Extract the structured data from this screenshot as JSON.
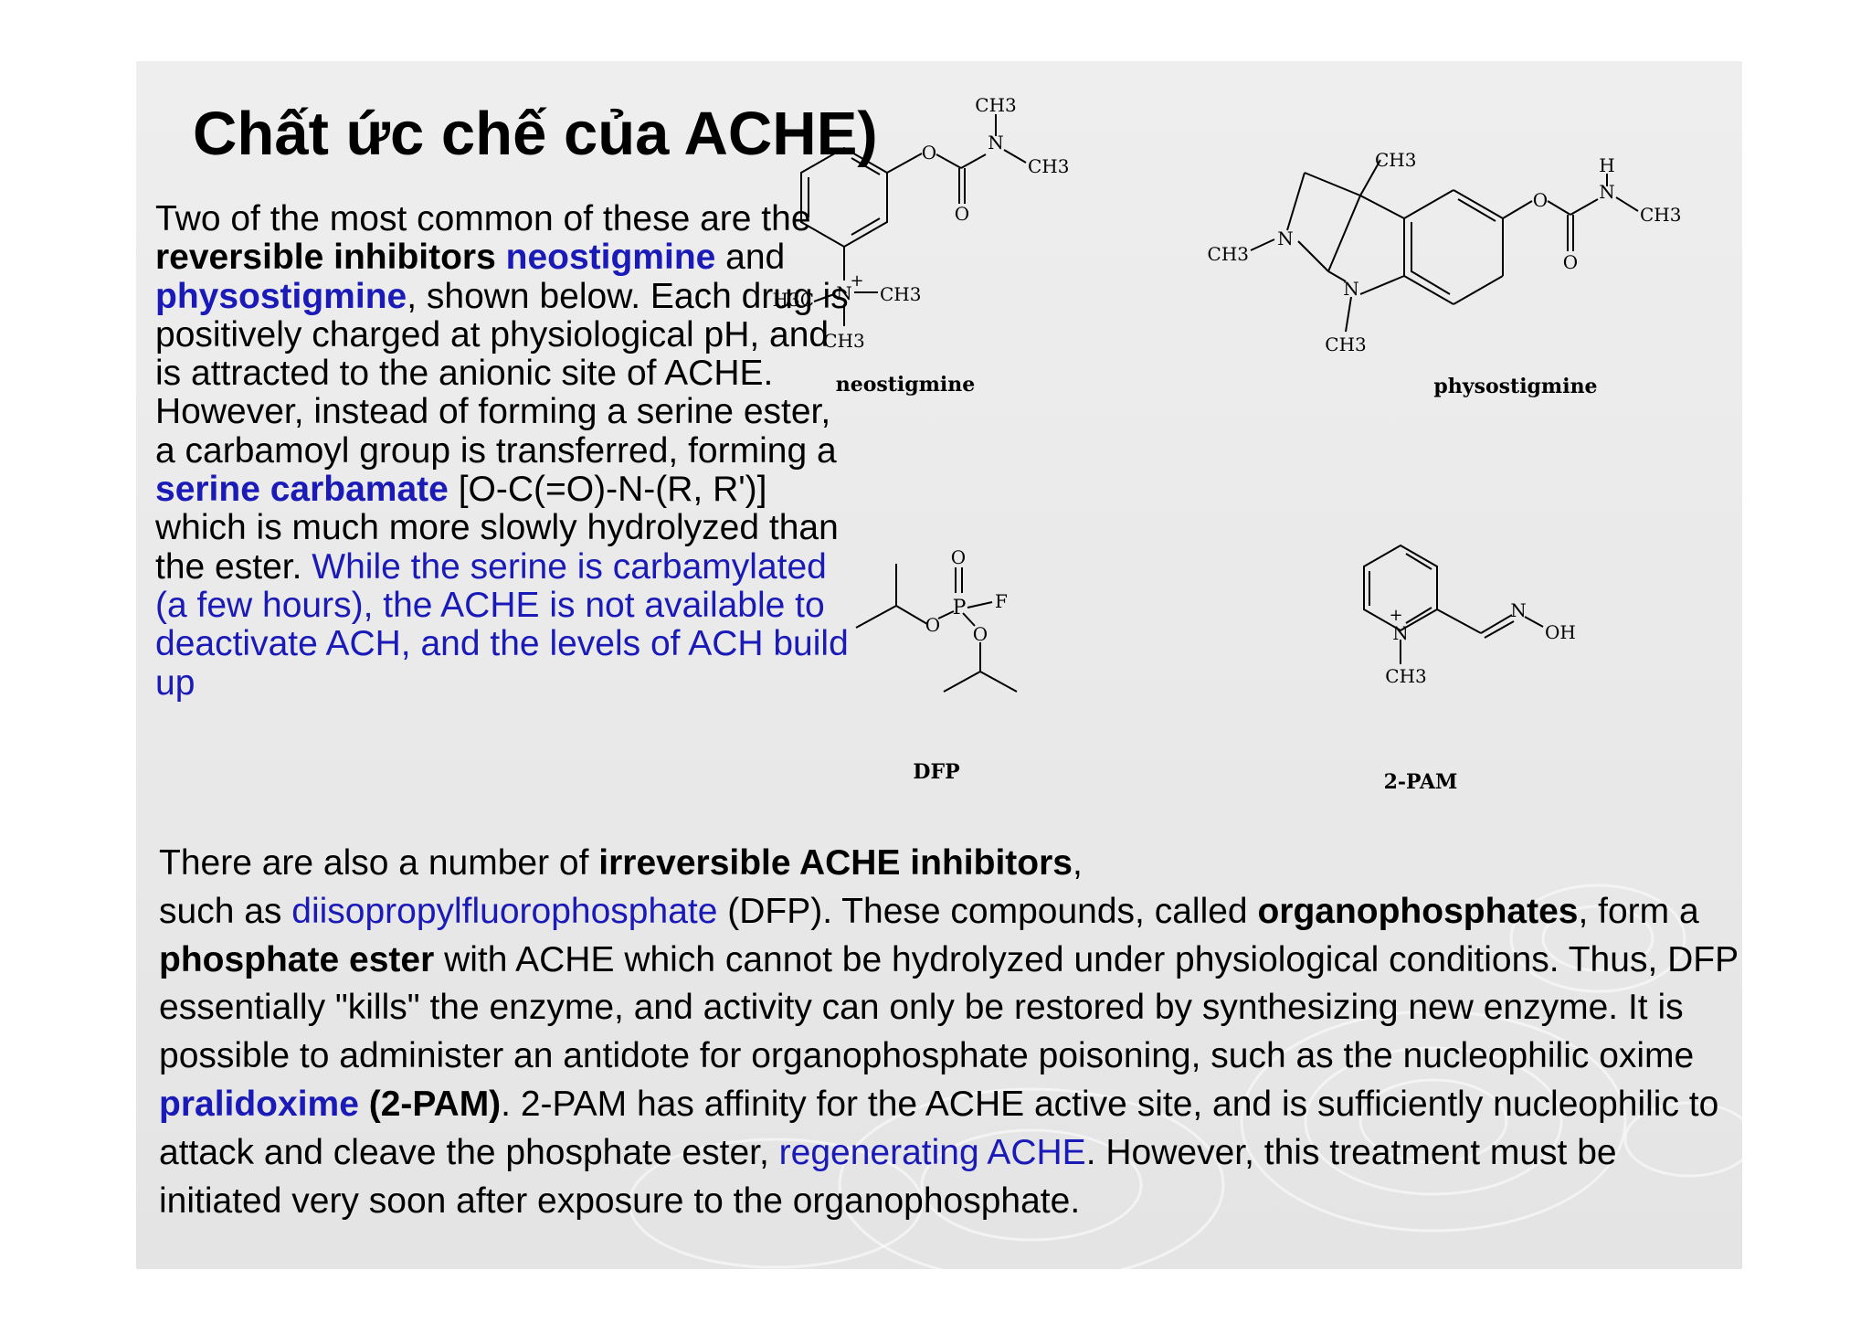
{
  "slide": {
    "title": "Chất ức chế của ACHE)",
    "para1": [
      {
        "text": "Two of the most common of these are the ",
        "style": "normal"
      },
      {
        "text": "reversible inhibitors",
        "style": "bold"
      },
      {
        "text": " ",
        "style": "normal"
      },
      {
        "text": "neostigmine",
        "style": "bold-blue"
      },
      {
        "text": " and ",
        "style": "normal"
      },
      {
        "text": "physostigmine",
        "style": "bold-blue"
      },
      {
        "text": ", shown below. Each drug is positively charged at physiological pH, and is attracted to the anionic site of ACHE. However, instead of forming a serine ester, a carbamoyl group is transferred, forming a ",
        "style": "normal"
      },
      {
        "text": "serine carbamate",
        "style": "bold-blue"
      },
      {
        "text": " [O-C(=O)-N-(R, R')] which is much more slowly hydrolyzed than the ester. ",
        "style": "normal"
      },
      {
        "text": "While the serine is carbamylated (a few hours), the ACHE is not available to deactivate ACH, and the levels of ACH build up",
        "style": "blue"
      }
    ],
    "para2": [
      {
        "text": "There are also a number of ",
        "style": "normal"
      },
      {
        "text": "irreversible ACHE inhibitors",
        "style": "bold"
      },
      {
        "text": ",\n",
        "style": "normal"
      },
      {
        "text": "such as ",
        "style": "normal"
      },
      {
        "text": "diisopropylfluorophosphate",
        "style": "blue"
      },
      {
        "text": " (DFP). These compounds, called ",
        "style": "normal"
      },
      {
        "text": "organophosphates",
        "style": "bold"
      },
      {
        "text": ", form a ",
        "style": "normal"
      },
      {
        "text": "phosphate ester",
        "style": "bold"
      },
      {
        "text": " with ACHE which cannot be hydrolyzed under physiological conditions. Thus, DFP essentially \"kills\" the enzyme, and activity can only be restored by synthesizing new enzyme. It is possible to administer an antidote for organophosphate poisoning, such as the nucleophilic oxime ",
        "style": "normal"
      },
      {
        "text": "pralidoxime",
        "style": "bold-blue"
      },
      {
        "text": " ",
        "style": "normal"
      },
      {
        "text": "(2-PAM)",
        "style": "bold"
      },
      {
        "text": ". 2-PAM has affinity for the ACHE active site, and is sufficiently nucleophilic to attack and cleave the phosphate ester, ",
        "style": "normal"
      },
      {
        "text": "regenerating ACHE",
        "style": "blue"
      },
      {
        "text": ". However, this treatment must be initiated very soon after exposure to the organophosphate.",
        "style": "normal"
      }
    ],
    "structures": {
      "neostigmine": {
        "name": "neostigmine",
        "atoms": {
          "o_ester": "O",
          "n_carbamate": "N",
          "ch3_top": "CH3",
          "ch3_right": "CH3",
          "o_carbonyl": "O",
          "n_plus": "N",
          "charge": "+",
          "h3c_left": "H3C",
          "ch3_n_right": "CH3",
          "ch3_n_bottom": "CH3"
        }
      },
      "physostigmine": {
        "name": "physostigmine",
        "atoms": {
          "ch3_quat": "CH3",
          "n_pyrrolidine": "N",
          "ch3_pyrrolidine": "CH3",
          "n_indoline": "N",
          "ch3_indoline": "CH3",
          "o_ester": "O",
          "o_carbonyl": "O",
          "h": "H",
          "n_carbamate": "N",
          "ch3_carbamate": "CH3"
        }
      },
      "dfp": {
        "name": "DFP",
        "atoms": {
          "o_double": "O",
          "p": "P",
          "f": "F",
          "o_left": "O",
          "o_right": "O"
        }
      },
      "pam": {
        "name": "2-PAM",
        "atoms": {
          "n_plus": "N",
          "charge": "+",
          "ch3": "CH3",
          "n_oxime": "N",
          "oh": "OH"
        }
      }
    }
  }
}
